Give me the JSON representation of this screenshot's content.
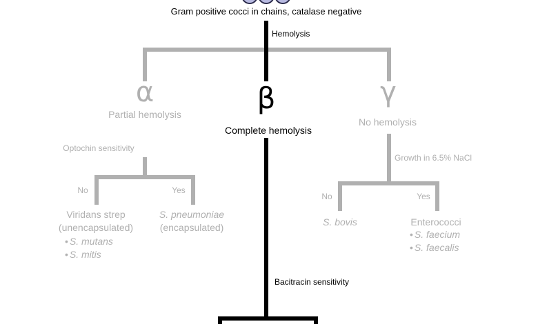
{
  "root": {
    "label": "Gram positive cocci in chains, catalase negative"
  },
  "split1": {
    "label": "Hemolysis"
  },
  "alpha": {
    "symbol": "α",
    "label": "Partial hemolysis",
    "test": "Optochin sensitivity",
    "no": "No",
    "yes": "Yes",
    "no_result_line1": "Viridans strep",
    "no_result_line2": "(unencapsulated)",
    "no_examples": [
      "S. mutans",
      "S. mitis"
    ],
    "yes_result_line1": "S. pneumoniae",
    "yes_result_line2": "(encapsulated)"
  },
  "beta": {
    "symbol": "β",
    "label": "Complete hemolysis",
    "test": "Bacitracin sensitivity"
  },
  "gamma": {
    "symbol": "γ",
    "label": "No hemolysis",
    "test": "Growth in 6.5% NaCl",
    "no": "No",
    "yes": "Yes",
    "no_result": "S. bovis",
    "yes_result": "Enterococci",
    "yes_examples": [
      "S. faecium",
      "S. faecalis"
    ]
  },
  "colors": {
    "active": "#000000",
    "inactive": "#b0b0b0",
    "cocci_fill": "#b7b9e0",
    "cocci_stroke": "#2a2a4a"
  },
  "icons": {
    "root": "cocci-chain-icon"
  }
}
